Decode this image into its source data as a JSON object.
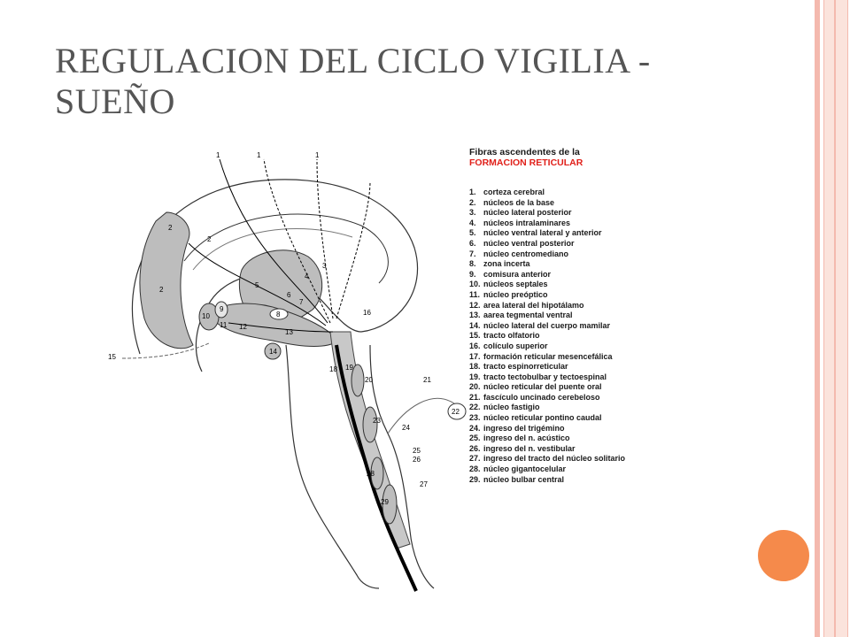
{
  "slide": {
    "title_line1": "REGULACION DEL CICLO VIGILIA -",
    "title_line2": "SUEÑO",
    "colors": {
      "accent_stripe": "#f4b9ae",
      "accent_dot": "#f58a4b",
      "title": "#555555",
      "legend_red": "#e0201a"
    }
  },
  "legend": {
    "heading_line1": "Fibras ascendentes de la",
    "heading_line2": "FORMACION RETICULAR",
    "items": [
      {
        "num": "1.",
        "text": "corteza cerebral"
      },
      {
        "num": "2.",
        "text": "núcleos de la base"
      },
      {
        "num": "3.",
        "text": "núcleo lateral posterior"
      },
      {
        "num": "4.",
        "text": "núcleos intralaminares"
      },
      {
        "num": "5.",
        "text": "núcleo ventral lateral y anterior"
      },
      {
        "num": "6.",
        "text": "núcleo ventral posterior"
      },
      {
        "num": "7.",
        "text": "núcleo centromediano"
      },
      {
        "num": "8.",
        "text": "zona incerta"
      },
      {
        "num": "9.",
        "text": "comisura anterior"
      },
      {
        "num": "10.",
        "text": "núcleos septales"
      },
      {
        "num": "11.",
        "text": "núcleo preóptico"
      },
      {
        "num": "12.",
        "text": "area lateral del hipotálamo"
      },
      {
        "num": "13.",
        "text": "aarea tegmental ventral"
      },
      {
        "num": "14.",
        "text": "núcleo lateral del cuerpo mamilar"
      },
      {
        "num": "15.",
        "text": "tracto olfatorio"
      },
      {
        "num": "16.",
        "text": "colículo superior"
      },
      {
        "num": "17.",
        "text": "formación reticular mesencefálica"
      },
      {
        "num": "18.",
        "text": "tracto espinorreticular"
      },
      {
        "num": "19.",
        "text": "tracto tectobulbar y tectoespinal"
      },
      {
        "num": "20.",
        "text": "núcleo reticular del puente oral"
      },
      {
        "num": "21.",
        "text": "fascículo uncinado cerebeloso"
      },
      {
        "num": "22.",
        "text": "núcleo fastigio"
      },
      {
        "num": "23.",
        "text": "núcleo reticular pontino caudal"
      },
      {
        "num": "24.",
        "text": "ingreso del trigémino"
      },
      {
        "num": "25.",
        "text": "ingreso del n. acústico"
      },
      {
        "num": "26.",
        "text": "ingreso del n. vestibular"
      },
      {
        "num": "27.",
        "text": "ingreso del tracto del núcleo solitario"
      },
      {
        "num": "28.",
        "text": "núcleo gigantocelular"
      },
      {
        "num": "29.",
        "text": "núcleo bulbar central"
      }
    ]
  },
  "diagram": {
    "labels": {
      "l1a": "1",
      "l1b": "1",
      "l1c": "1",
      "l2a": "2",
      "l2b": "2",
      "l2c": "2",
      "l3": "3",
      "l4": "4",
      "l5": "5",
      "l6": "6",
      "l7": "7",
      "l8": "8",
      "l9": "9",
      "l10": "10",
      "l11": "11",
      "l12": "12",
      "l13": "13",
      "l14": "14",
      "l15": "15",
      "l16": "16",
      "l18": "18",
      "l19": "19",
      "l20": "20",
      "l21": "21",
      "l22": "22",
      "l23": "23",
      "l24": "24",
      "l25": "25",
      "l26": "26",
      "l27": "27",
      "l28": "28",
      "l29": "29"
    }
  }
}
